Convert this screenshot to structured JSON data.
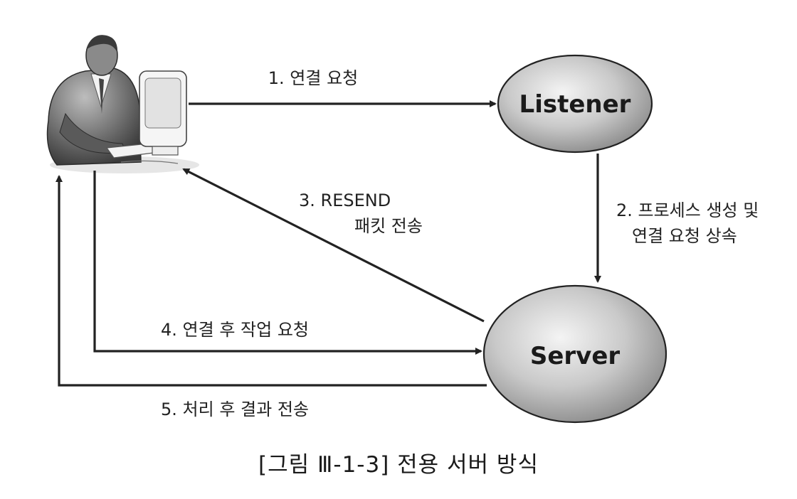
{
  "nodes": {
    "listener": "Listener",
    "server": "Server"
  },
  "edges": {
    "e1": "1. 연결 요청",
    "e2_line1": "2. 프로세스 생성 및",
    "e2_line2": "연결 요청 상속",
    "e3_line1": "3. RESEND",
    "e3_line2": "패킷 전송",
    "e4": "4. 연결 후 작업 요청",
    "e5": "5. 처리 후 결과 전송"
  },
  "caption": "[그림 Ⅲ-1-3] 전용 서버 방식",
  "icons": {
    "client": "user-at-computer-icon"
  },
  "colors": {
    "line": "#222222",
    "node_fill_light": "#eeeeee",
    "node_fill_dark": "#9a9a9a"
  }
}
